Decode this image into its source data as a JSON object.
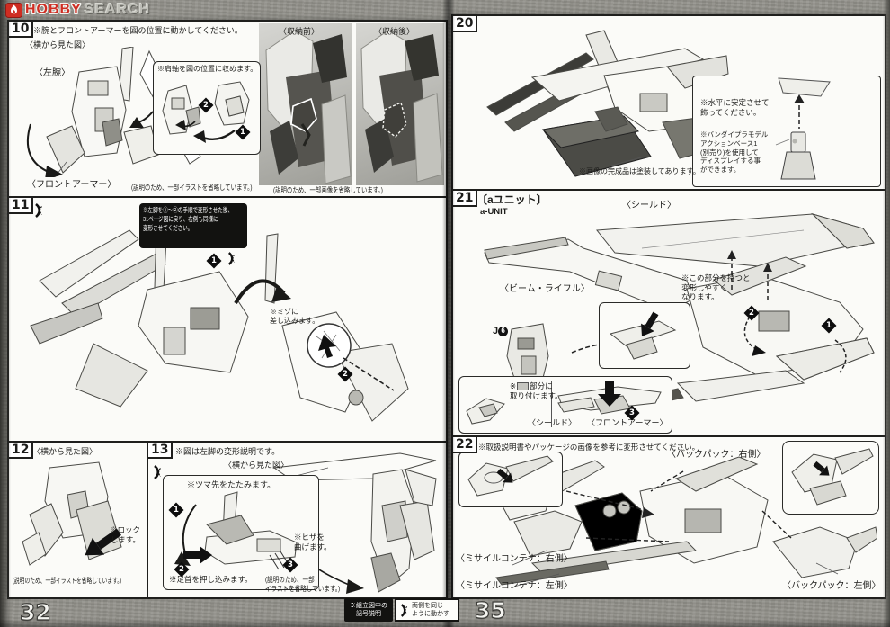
{
  "logo": {
    "hobby": "HOBBY",
    "search": "SEARCH"
  },
  "markers": {
    "one": "1",
    "two": "2",
    "three": "3"
  },
  "legend": {
    "title": "※組立図中の\n記号説明",
    "text": "両側を同じ\nように動かす"
  },
  "left_page": {
    "page_number": "32",
    "step10": {
      "number": "10",
      "header": "※腕とフロントアーマーを図の位置に動かしてください。",
      "side_view": "〈横から見た図〉",
      "left_arm": "〈左腕〉",
      "front_armor": "〈フロントアーマー〉",
      "shoulder_note": "※肩軸を図の位置に収めます。",
      "illust_caption": "(説明のため、一部イラストを省略しています。)",
      "photo_before": "〈収納前〉",
      "photo_after": "〈収納後〉",
      "photo_caption": "(説明のため、一部画像を省略しています。)"
    },
    "step11": {
      "number": "11",
      "transform_note": "※左脚を①〜②の手順で変形させた後、\n31ページ図に戻り、右側も同様に\n変形させてください。",
      "groove_note": "※ミゾに\n差し込みます。"
    },
    "step12": {
      "number": "12",
      "side_view": "〈横から見た図〉",
      "lock_note": "※ロック\nします。",
      "caption": "(説明のため、一部イラストを省略しています。)"
    },
    "step13": {
      "number": "13",
      "header": "※図は左脚の変形説明です。",
      "side_view": "〈横から見た図〉",
      "toe_note": "※ツマ先をたたみます。",
      "ankle_note": "※足首を押し込みます。",
      "knee_note": "※ヒザを\n曲げます。",
      "caption": "(説明のため、一部\nイラストを省略しています。)"
    }
  },
  "right_page": {
    "page_number": "35",
    "step20": {
      "number": "20",
      "level_note": "※水平に安定させて\n飾ってください。",
      "base_note": "※バンダイプラモデル\nアクションベース1\n(別売り)を使用して\nディスプレイする事\nができます。",
      "painted_note": "※画像の完成品は塗装してあります。"
    },
    "step21": {
      "number": "21",
      "unit_jp": "〔aユニット〕",
      "unit_en": "a-UNIT",
      "shield": "〈シールド〉",
      "rifle": "〈ビーム・ライフル〉",
      "part_code": "J",
      "part_num": "6",
      "hold_note": "※この部分を持つと\n変形しやすく\nなります。",
      "attach_note_1": "※",
      "attach_note_mid": "部分に",
      "attach_note_2": "取り付けます。",
      "shield2": "〈シールド〉",
      "front_armor": "〈フロントアーマー〉"
    },
    "step22": {
      "number": "22",
      "header": "※取扱説明書やパッケージの画像を参考に変形させてください。",
      "backpack_right": "〈バックパック：右側〉",
      "missile_right": "〈ミサイルコンテナ：右側〉",
      "missile_left": "〈ミサイルコンテナ：左側〉",
      "backpack_left": "〈バックパック：左側〉"
    }
  }
}
